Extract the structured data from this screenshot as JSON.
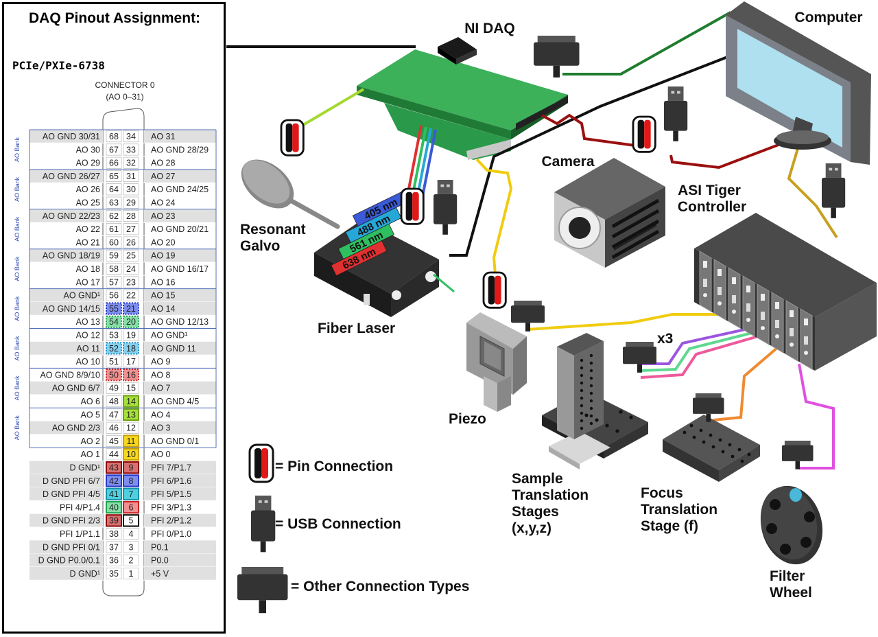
{
  "pinout": {
    "title": "DAQ Pinout Assignment:",
    "model": "PCIe/PXIe-6738",
    "connector_title": "CONNECTOR 0",
    "connector_subtitle": "(AO 0–31)",
    "bank_label": "AO Bank",
    "rows": [
      {
        "l": "AO GND 30/31",
        "p1": "68",
        "p2": "34",
        "r": "AO 31",
        "shade": true
      },
      {
        "l": "AO 30",
        "p1": "67",
        "p2": "33",
        "r": "AO GND 28/29",
        "shade": false
      },
      {
        "l": "AO 29",
        "p1": "66",
        "p2": "32",
        "r": "AO 28",
        "shade": false
      },
      {
        "l": "AO GND 26/27",
        "p1": "65",
        "p2": "31",
        "r": "AO 27",
        "shade": true
      },
      {
        "l": "AO 26",
        "p1": "64",
        "p2": "30",
        "r": "AO GND 24/25",
        "shade": false
      },
      {
        "l": "AO 25",
        "p1": "63",
        "p2": "29",
        "r": "AO 24",
        "shade": false
      },
      {
        "l": "AO GND 22/23",
        "p1": "62",
        "p2": "28",
        "r": "AO 23",
        "shade": true
      },
      {
        "l": "AO 22",
        "p1": "61",
        "p2": "27",
        "r": "AO GND 20/21",
        "shade": false
      },
      {
        "l": "AO 21",
        "p1": "60",
        "p2": "26",
        "r": "AO 20",
        "shade": false
      },
      {
        "l": "AO GND 18/19",
        "p1": "59",
        "p2": "25",
        "r": "AO 19",
        "shade": true
      },
      {
        "l": "AO 18",
        "p1": "58",
        "p2": "24",
        "r": "AO GND 16/17",
        "shade": false
      },
      {
        "l": "AO 17",
        "p1": "57",
        "p2": "23",
        "r": "AO 16",
        "shade": false
      },
      {
        "l": "AO GND¹",
        "p1": "56",
        "p2": "22",
        "r": "AO 15",
        "shade": true
      },
      {
        "l": "AO GND 14/15",
        "p1": "55",
        "p2": "21",
        "r": "AO 14",
        "shade": true,
        "hp1": "blue-d",
        "hp2": "blue-d"
      },
      {
        "l": "AO 13",
        "p1": "54",
        "p2": "20",
        "r": "AO GND 12/13",
        "shade": false,
        "hp1": "green-d",
        "hp2": "green-d"
      },
      {
        "l": "AO 12",
        "p1": "53",
        "p2": "19",
        "r": "AO GND¹",
        "shade": false
      },
      {
        "l": "AO 11",
        "p1": "52",
        "p2": "18",
        "r": "AO GND 11",
        "shade": true,
        "hp1": "cyan-d",
        "hp2": "cyan-d"
      },
      {
        "l": "AO 10",
        "p1": "51",
        "p2": "17",
        "r": "AO 9",
        "shade": false
      },
      {
        "l": "AO GND 8/9/10",
        "p1": "50",
        "p2": "16",
        "r": "AO 8",
        "shade": false,
        "hp1": "red-d",
        "hp2": "red-d"
      },
      {
        "l": "AO GND 6/7",
        "p1": "49",
        "p2": "15",
        "r": "AO 7",
        "shade": true
      },
      {
        "l": "AO 6",
        "p1": "48",
        "p2": "14",
        "r": "AO GND 4/5",
        "shade": false,
        "hp2": "lime"
      },
      {
        "l": "AO 5",
        "p1": "47",
        "p2": "13",
        "r": "AO 4",
        "shade": false,
        "hp2": "lime"
      },
      {
        "l": "AO GND 2/3",
        "p1": "46",
        "p2": "12",
        "r": "AO 3",
        "shade": true
      },
      {
        "l": "AO 2",
        "p1": "45",
        "p2": "11",
        "r": "AO GND 0/1",
        "shade": false,
        "hp2": "yellow"
      },
      {
        "l": "AO 1",
        "p1": "44",
        "p2": "10",
        "r": "AO 0",
        "shade": false,
        "hp2": "yellow"
      },
      {
        "l": "D GND¹",
        "p1": "43",
        "p2": "9",
        "r": "PFI 7/P1.7",
        "shade": true,
        "hp1": "darkred",
        "hp2": "darkred"
      },
      {
        "l": "D GND PFI 6/7",
        "p1": "42",
        "p2": "8",
        "r": "PFI 6/P1.6",
        "shade": true,
        "hp1": "blue",
        "hp2": "blue"
      },
      {
        "l": "D GND PFI 4/5",
        "p1": "41",
        "p2": "7",
        "r": "PFI 5/P1.5",
        "shade": true,
        "hp1": "cyan",
        "hp2": "cyan"
      },
      {
        "l": "PFI 4/P1.4",
        "p1": "40",
        "p2": "6",
        "r": "PFI 3/P1.3",
        "shade": false,
        "hp1": "green",
        "hp2": "red"
      },
      {
        "l": "D GND PFI 2/3",
        "p1": "39",
        "p2": "5",
        "r": "PFI 2/P1.2",
        "shade": true,
        "hp1": "darkred",
        "hp2": "black"
      },
      {
        "l": "PFI 1/P1.1",
        "p1": "38",
        "p2": "4",
        "r": "PFI 0/P1.0",
        "shade": false
      },
      {
        "l": "D GND PFI 0/1",
        "p1": "37",
        "p2": "3",
        "r": "P0.1",
        "shade": true
      },
      {
        "l": "D GND P0.0/0.1",
        "p1": "36",
        "p2": "2",
        "r": "P0.0",
        "shade": true
      },
      {
        "l": "D GND¹",
        "p1": "35",
        "p2": "1",
        "r": "+5 V",
        "shade": true
      }
    ]
  },
  "diagram": {
    "ni_daq": "NI DAQ",
    "computer": "Computer",
    "camera": "Camera",
    "asi_line1": "ASI Tiger",
    "asi_line2": "Controller",
    "galvo_line1": "Resonant",
    "galvo_line2": "Galvo",
    "fiber_laser": "Fiber Laser",
    "piezo": "Piezo",
    "x3": "x3",
    "sample_line1": "Sample",
    "sample_line2": "Translation",
    "sample_line3": "Stages",
    "sample_line4": "(x,y,z)",
    "focus_line1": "Focus",
    "focus_line2": "Translation",
    "focus_line3": "Stage (f)",
    "filter_line1": "Filter",
    "filter_line2": "Wheel",
    "laser_lines": [
      "405 nm",
      "488 nm",
      "561 nm",
      "638 nm"
    ]
  },
  "legend": {
    "pin": "= Pin Connection",
    "usb": "= USB Connection",
    "other": "= Other Connection Types"
  },
  "colors": {
    "board_green": "#2e9c48",
    "cable_black": "#111111",
    "cable_darkred": "#9b1010",
    "cable_yellow": "#f0cc10",
    "cable_gold": "#c8a020",
    "cable_green": "#1f7d2e",
    "cable_lime": "#a6d832",
    "cable_purple": "#9a55e0",
    "cable_mint": "#5fd890",
    "cable_pink": "#ec5a9c",
    "cable_orange": "#f08a30",
    "cable_magenta": "#e050e0",
    "laser_405": "#3a5ad8",
    "laser_488": "#25a8d8",
    "laser_561": "#2ec060",
    "laser_638": "#e03030"
  }
}
